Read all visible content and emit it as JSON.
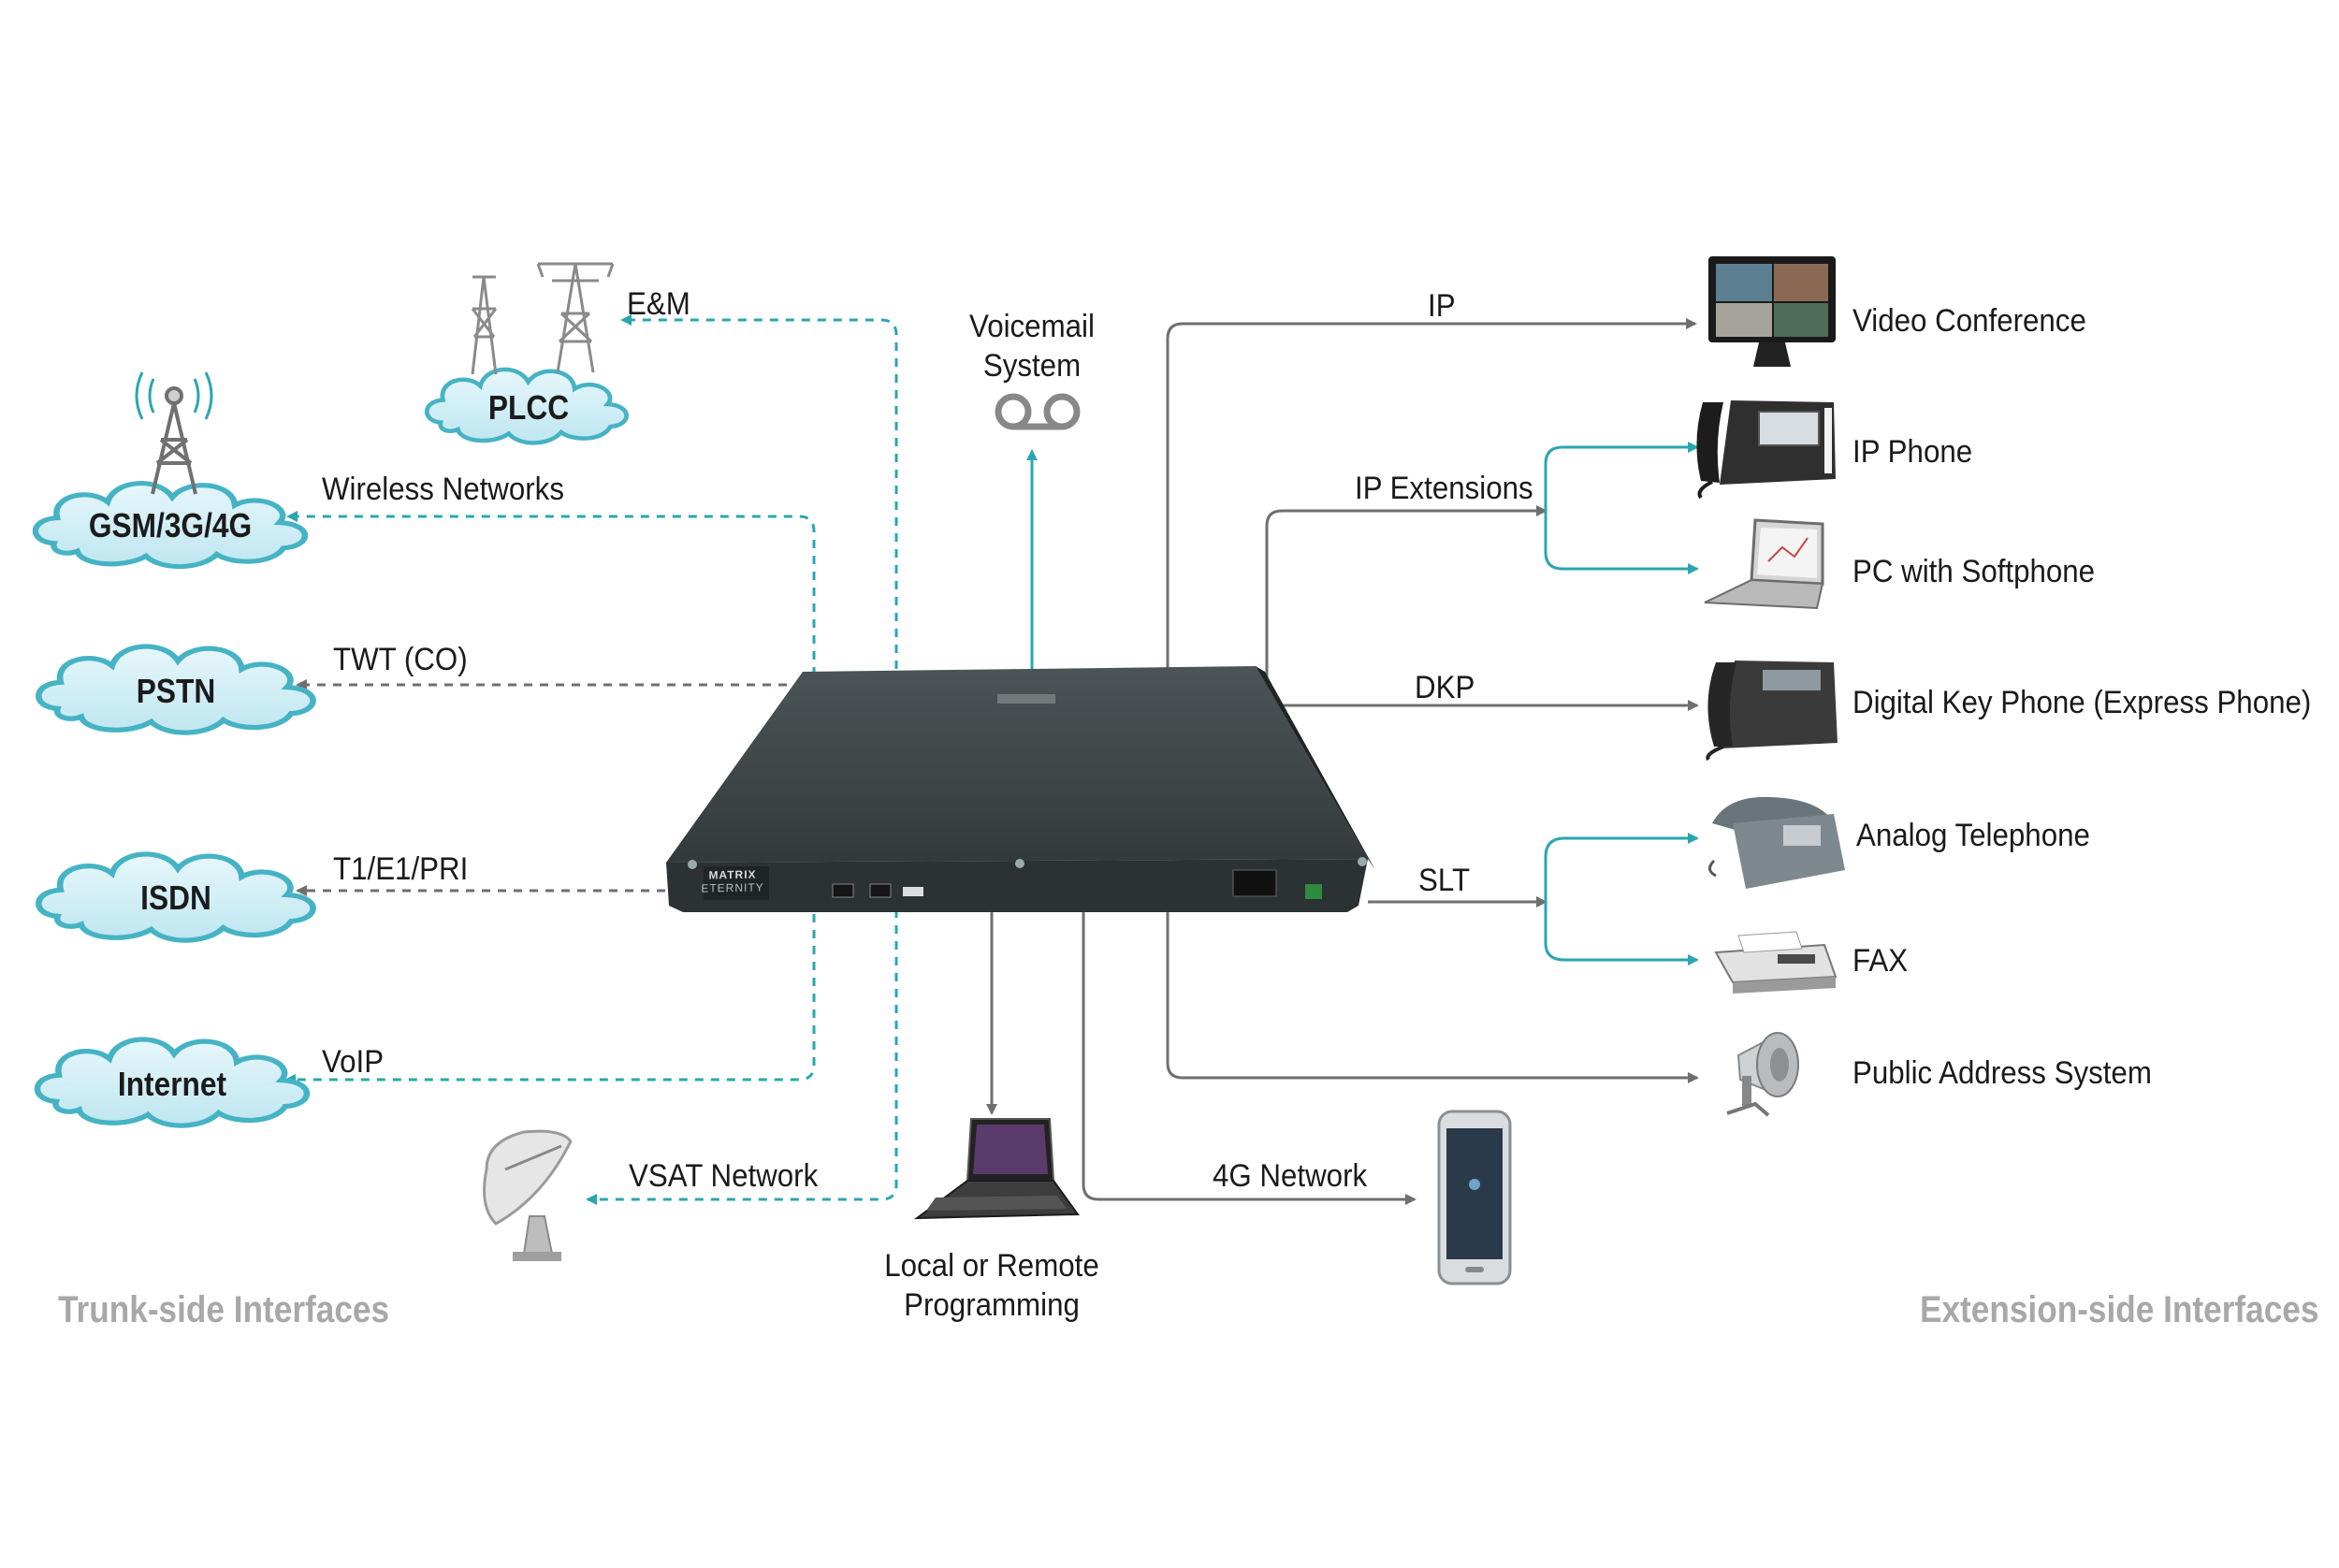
{
  "trunk": {
    "section_title": "Trunk-side Interfaces",
    "clouds": {
      "plcc": "PLCC",
      "gsm": "GSM/3G/4G",
      "pstn": "PSTN",
      "isdn": "ISDN",
      "internet": "Internet"
    },
    "links": {
      "em": "E&M",
      "wireless": "Wireless Networks",
      "twt": "TWT (CO)",
      "t1e1pri": "T1/E1/PRI",
      "voip": "VoIP",
      "vsat": "VSAT Network"
    }
  },
  "center": {
    "voicemail_line1": "Voicemail",
    "voicemail_line2": "System",
    "programming_line1": "Local or Remote",
    "programming_line2": "Programming",
    "device_brand": "MATRIX",
    "device_model": "ETERNITY"
  },
  "extension": {
    "section_title": "Extension-side Interfaces",
    "links": {
      "ip": "IP",
      "ip_extensions": "IP Extensions",
      "dkp": "DKP",
      "slt": "SLT",
      "network_4g": "4G Network"
    },
    "devices": {
      "video_conference": "Video Conference",
      "ip_phone": "IP Phone",
      "pc_softphone": "PC with Softphone",
      "digital_key_phone": "Digital Key Phone (Express Phone)",
      "analog_telephone": "Analog Telephone",
      "fax": "FAX",
      "public_address": "Public Address System"
    }
  },
  "colors": {
    "teal": "#2aa6b0",
    "gray_line": "#6f6f6f",
    "cloud_fill": "#d2eef5",
    "cloud_edge": "#45b3c4",
    "device_body": "#3a4244",
    "section_text": "#a8a8a8"
  }
}
